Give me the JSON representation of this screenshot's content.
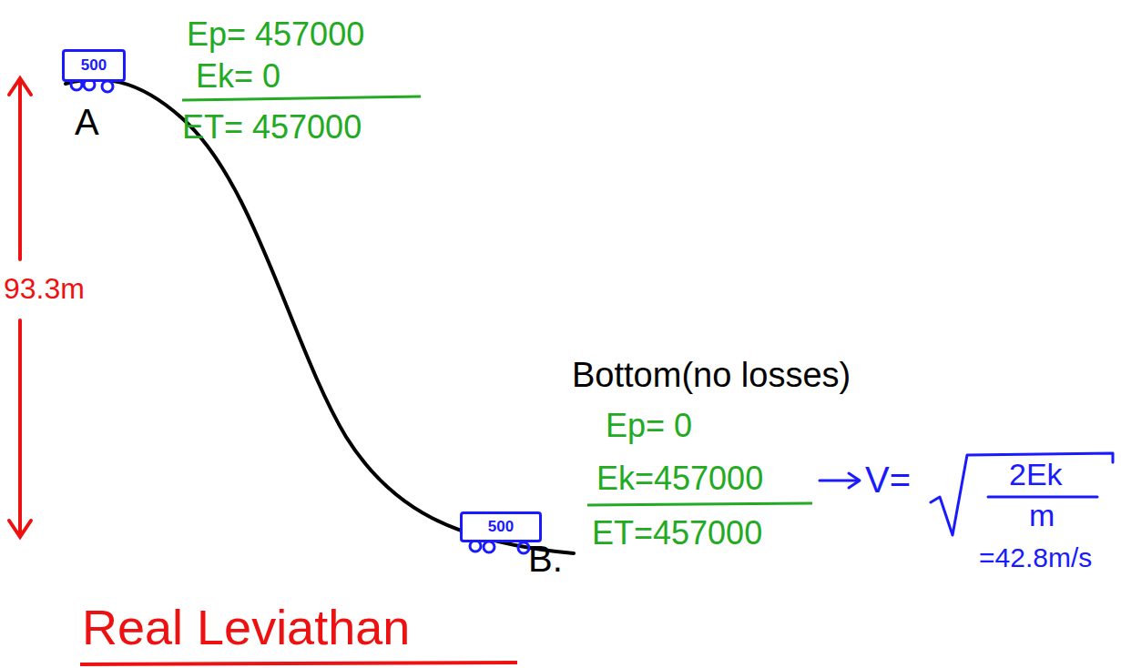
{
  "diagram": {
    "title": "Real Leviathan",
    "nodes": [
      {
        "text": [
          "500"
        ]
      },
      {
        "text": [
          "500"
        ]
      }
    ],
    "labels": [
      "Ep= 457000",
      "Ek= 0",
      "ET= 457000",
      "A",
      "93.3m",
      "Bottom(no losses)",
      "Ep= 0",
      "Ek=457000",
      "ET=457000",
      "V=",
      "2Ek",
      "m",
      "=42.8m/s",
      "B."
    ]
  }
}
